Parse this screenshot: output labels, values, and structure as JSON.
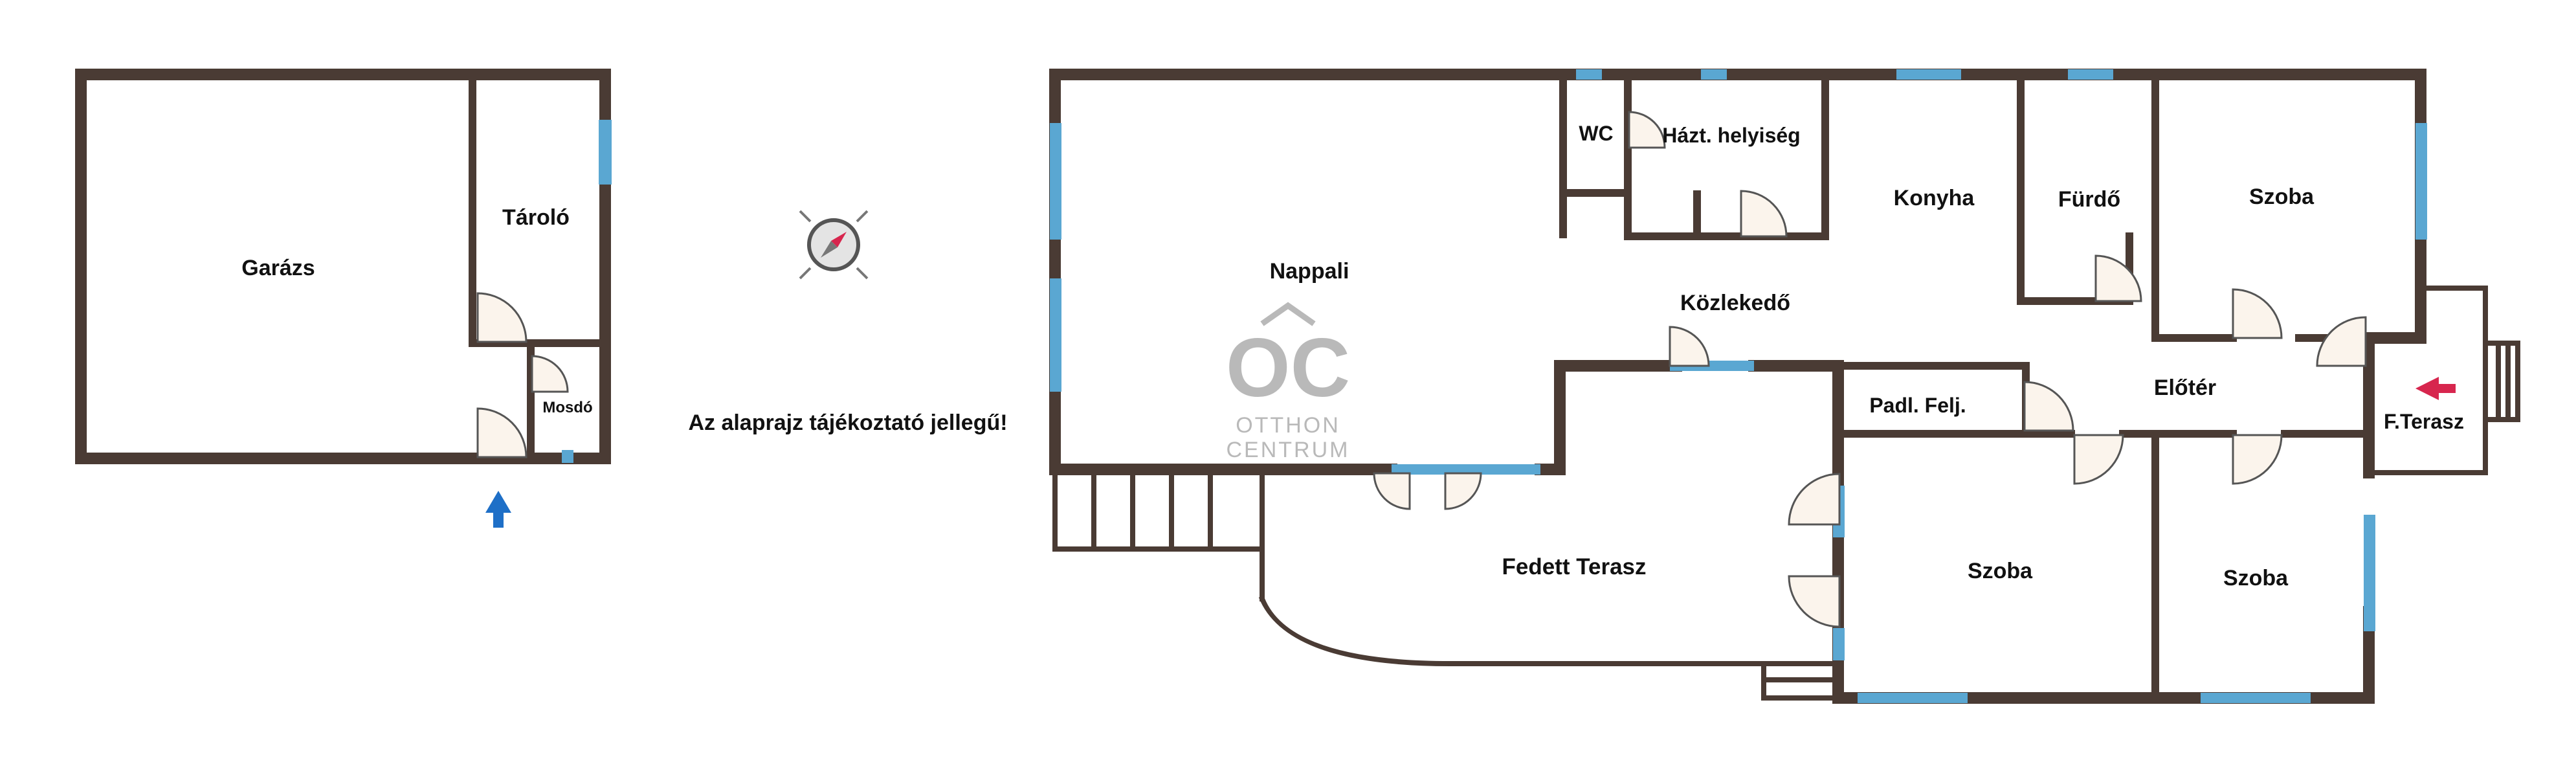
{
  "notice": "Az alaprajz tájékoztató jellegű!",
  "logo": {
    "mark": "OC",
    "line1": "OTTHON",
    "line2": "CENTRUM"
  },
  "rooms": {
    "garazs": "Garázs",
    "tarolo": "Tároló",
    "mosdo": "Mosdó",
    "nappali": "Nappali",
    "wc": "WC",
    "haztartasi": "Házt. helyiség",
    "konyha": "Konyha",
    "furdo": "Fürdő",
    "szoba_north": "Szoba",
    "kozlekedo": "Közlekedő",
    "padl_felj": "Padl. Felj.",
    "eloter": "Előtér",
    "f_terasz": "F.Terasz",
    "fedett_terasz": "Fedett Terasz",
    "szoba_mid": "Szoba",
    "szoba_east": "Szoba"
  },
  "colors": {
    "wall": "#4a3b34",
    "window": "#5aa7d2",
    "door_fill": "#fbf4ec",
    "garage_entrance_arrow": "#1e6fc7",
    "main_entrance_arrow": "#d7264e",
    "logo": "#b9b9b9"
  },
  "icons": {
    "compass": "compass-icon",
    "garage_entrance": "arrow-up-icon",
    "main_entrance": "arrow-left-icon"
  }
}
